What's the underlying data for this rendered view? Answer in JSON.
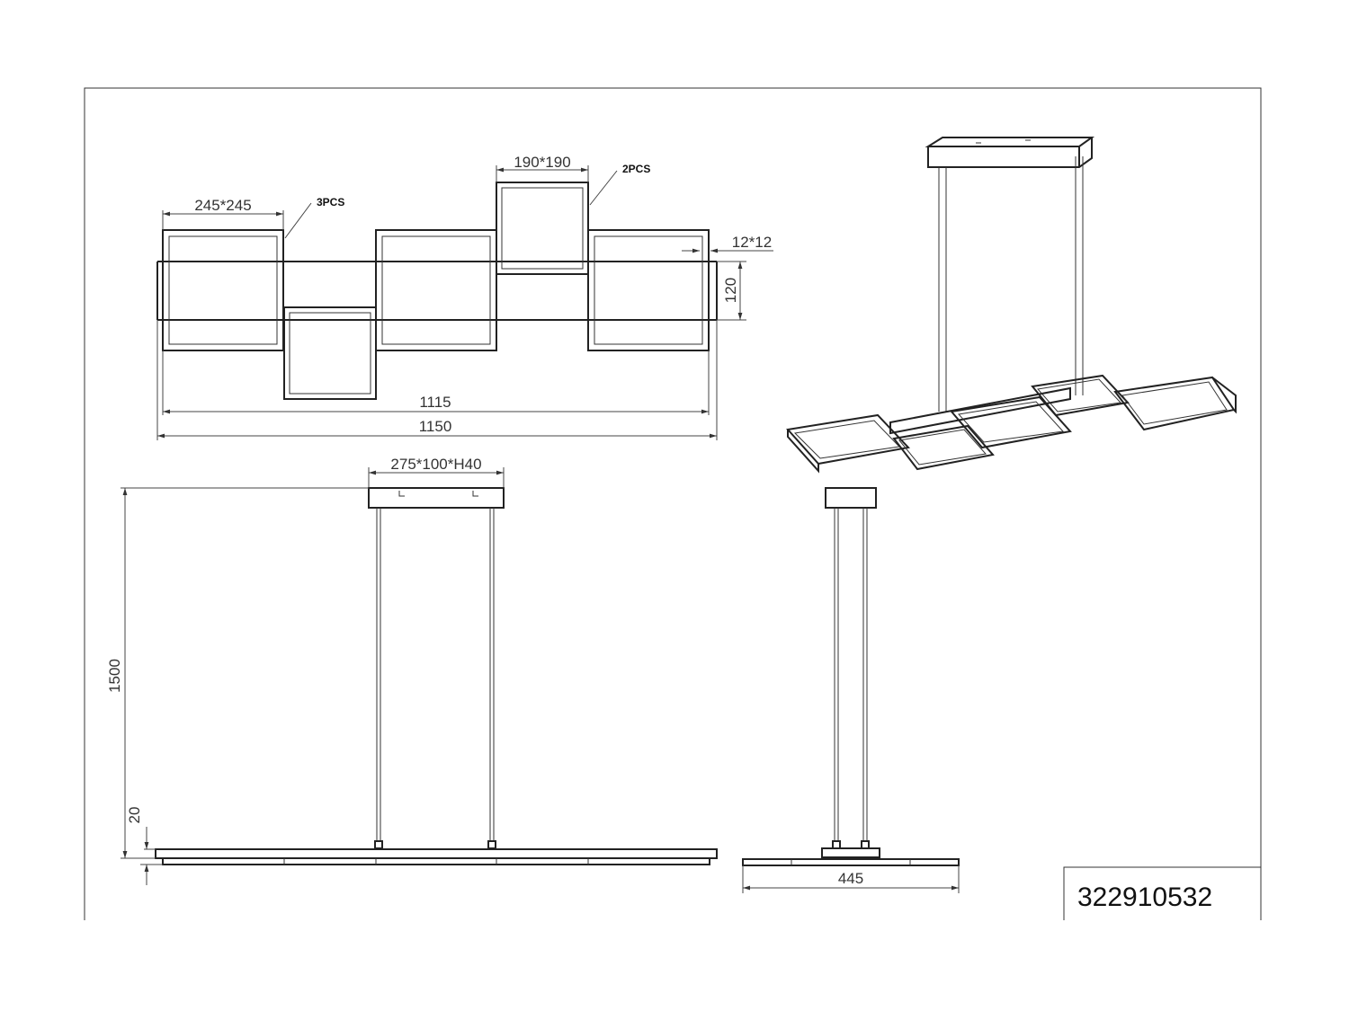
{
  "dimensions": {
    "square_large": "245*245",
    "square_large_qty": "3PCS",
    "square_small": "190*190",
    "square_small_qty": "2PCS",
    "profile_section": "12*12",
    "bar_height": "120",
    "inner_length": "1115",
    "overall_length": "1150",
    "canopy": "275*100*H40",
    "suspension_height": "1500",
    "body_height": "20",
    "depth": "445"
  },
  "part_number": "322910532"
}
